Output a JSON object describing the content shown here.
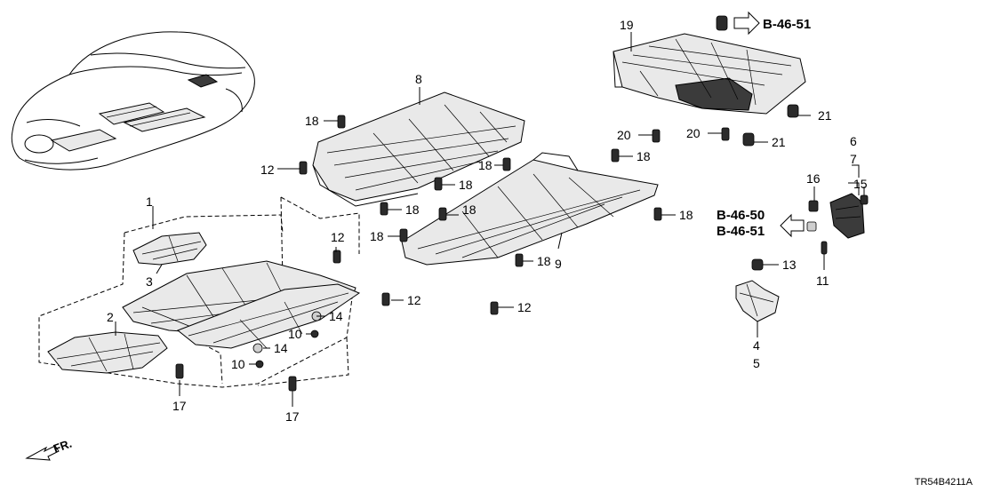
{
  "diagram": {
    "diagram_code": "TR54B4211A",
    "direction_label": "FR.",
    "callouts": {
      "c1": "1",
      "c2": "2",
      "c3": "3",
      "c4": "4",
      "c5": "5",
      "c6": "6",
      "c7": "7",
      "c8": "8",
      "c9": "9",
      "c10a": "10",
      "c10b": "10",
      "c11": "11",
      "c12a": "12",
      "c12b": "12",
      "c12c": "12",
      "c12d": "12",
      "c13": "13",
      "c14a": "14",
      "c14b": "14",
      "c15": "15",
      "c16": "16",
      "c17a": "17",
      "c17b": "17",
      "c18a": "18",
      "c18b": "18",
      "c18c": "18",
      "c18d": "18",
      "c18e": "18",
      "c18f": "18",
      "c18g": "18",
      "c18h": "18",
      "c18i": "18",
      "c19": "19",
      "c20a": "20",
      "c20b": "20",
      "c21a": "21",
      "c21b": "21"
    },
    "refs": {
      "ref_top": "B-46-51",
      "ref_mid1": "B-46-50",
      "ref_mid2": "B-46-51"
    }
  }
}
